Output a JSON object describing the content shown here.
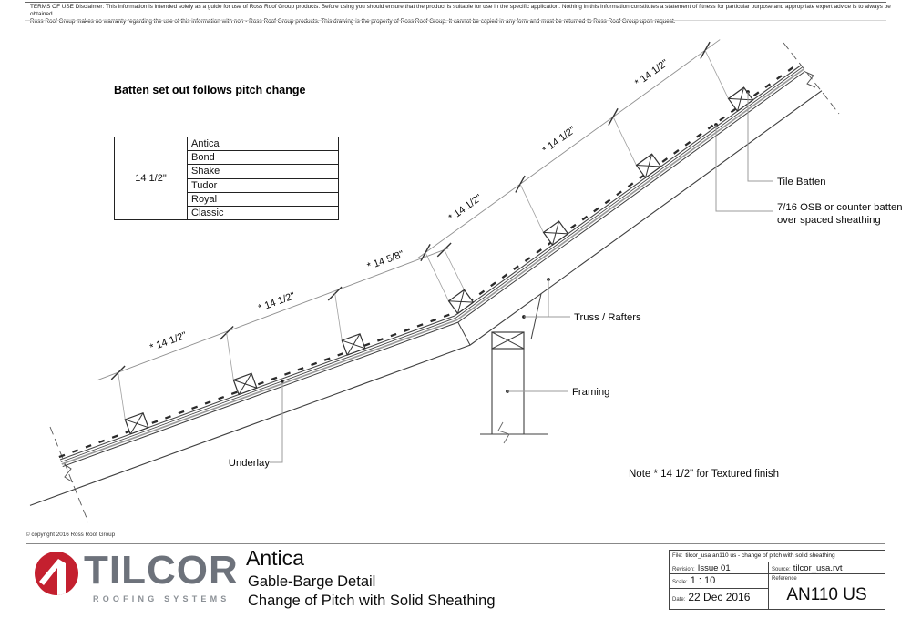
{
  "disclaimer": {
    "line1": "TERMS OF USE Disclaimer: This information is intended solely as a guide for use of Ross Roof Group products. Before using you should ensure that the product is suitable for use in the specific application. Nothing in this information constitutes a statement of fitness for particular purpose and appropriate expert advice is to always be obtained.",
    "line2": "Ross Roof Group makes no warranty regarding the use of this information with non - Ross Roof Group products. This drawing is the property of Ross Roof Group. It cannot be copied in any form and must be returned to Ross Roof Group upon request."
  },
  "drawing": {
    "heading": "Batten set out follows pitch change",
    "batten_table": {
      "dimension": "14 1/2\"",
      "profiles": [
        "Antica",
        "Bond",
        "Shake",
        "Tudor",
        "Royal",
        "Classic"
      ]
    },
    "dimensions": {
      "lower": [
        "* 14 1/2\"",
        "* 14 1/2\"",
        "* 14 5/8\""
      ],
      "upper": [
        "* 14 1/2\"",
        "* 14 1/2\"",
        "* 14 1/2\""
      ]
    },
    "annotations": {
      "tile_batten": "Tile Batten",
      "osb_line1": "7/16 OSB or counter batten",
      "osb_line2": "over spaced sheathing",
      "truss": "Truss / Rafters",
      "framing": "Framing",
      "underlay": "Underlay",
      "note": "Note *   14 1/2\" for Textured finish"
    }
  },
  "footer": {
    "copyright": "© copyright 2016 Ross Roof Group",
    "brand": {
      "name": "TILCOR",
      "tagline": "ROOFING SYSTEMS"
    },
    "product": "Antica",
    "subtitle1": "Gable-Barge Detail",
    "subtitle2": "Change of Pitch with Solid Sheathing",
    "info": {
      "file_label": "File:",
      "file": "tilcor_usa an110 us - change of pitch with solid sheathing",
      "revision_label": "Revision:",
      "revision": "Issue 01",
      "source_label": "Source:",
      "source": "tilcor_usa.rvt",
      "scale_label": "Scale:",
      "scale": "1 : 10",
      "date_label": "Date:",
      "date": "22 Dec 2016",
      "reference_label": "Reference",
      "drawing_number": "AN110 US"
    }
  },
  "colors": {
    "accent_red": "#c4202f",
    "brand_gray": "#6d727b",
    "line_dark": "#3f3f3f",
    "line_gray": "#9b9b9b"
  }
}
